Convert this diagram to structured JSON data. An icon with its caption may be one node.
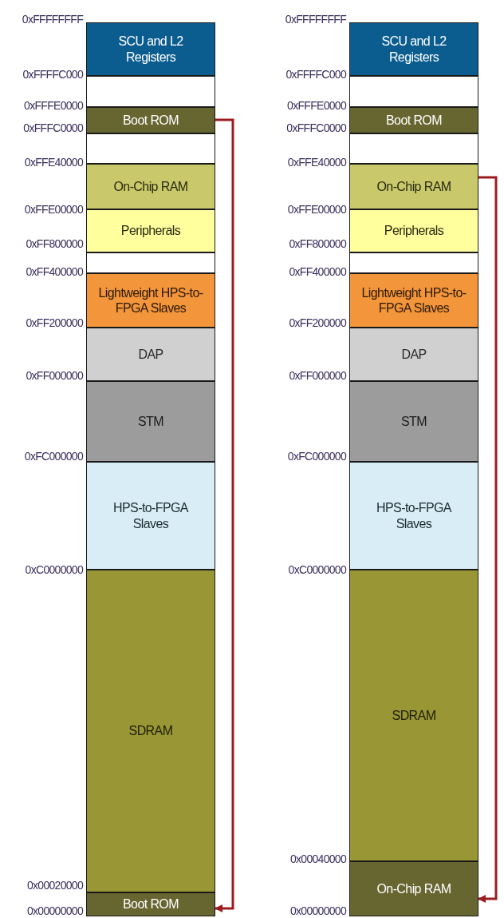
{
  "diagram": {
    "nodes": [
      {
        "text": [
          "SCU and L2 Registers"
        ]
      },
      {
        "text": [],
        "shape": "box"
      },
      {
        "text": [
          "Boot ROM"
        ]
      },
      {
        "text": [],
        "shape": "box"
      },
      {
        "text": [
          "On-Chip RAM"
        ]
      },
      {
        "text": [
          "Peripherals"
        ]
      },
      {
        "text": [],
        "shape": "box"
      },
      {
        "text": [
          "Lightweight HPS-to-FPGA Slaves"
        ]
      },
      {
        "text": [
          "DAP"
        ]
      },
      {
        "text": [
          "STM"
        ]
      },
      {
        "text": [
          "HPS-to-FPGA Slaves"
        ]
      },
      {
        "text": [
          "SDRAM"
        ]
      },
      {
        "text": [
          "Boot ROM"
        ]
      },
      {
        "text": [
          "SCU and L2 Registers"
        ]
      },
      {
        "text": [],
        "shape": "box"
      },
      {
        "text": [
          "Boot ROM"
        ]
      },
      {
        "text": [],
        "shape": "box"
      },
      {
        "text": [
          "On-Chip RAM"
        ]
      },
      {
        "text": [
          "Peripherals"
        ]
      },
      {
        "text": [],
        "shape": "box"
      },
      {
        "text": [
          "Lightweight HPS-to-FPGA Slaves"
        ]
      },
      {
        "text": [
          "DAP"
        ]
      },
      {
        "text": [
          "STM"
        ]
      },
      {
        "text": [
          "HPS-to-FPGA Slaves"
        ]
      },
      {
        "text": [
          "SDRAM"
        ]
      },
      {
        "text": [
          "On-Chip RAM"
        ]
      }
    ],
    "edges": [
      {
        "from": 2,
        "to": 12,
        "arrow": "to"
      },
      {
        "from": 17,
        "to": 25,
        "arrow": "to"
      }
    ],
    "labels": [
      "0xFFFFFFFF",
      "0xFFFFC000",
      "0xFFFE0000",
      "0xFFFC0000",
      "0xFFE40000",
      "0xFFE00000",
      "0xFF800000",
      "0xFF400000",
      "0xFF200000",
      "0xFF000000",
      "0xFC000000",
      "0xC0000000",
      "0x00020000",
      "0x00000000",
      "0xFFFFFFFF",
      "0xFFFFC000",
      "0xFFFE0000",
      "0xFFFC0000",
      "0xFFE40000",
      "0xFFE00000",
      "0xFF800000",
      "0xFF400000",
      "0xFF200000",
      "0xFF000000",
      "0xFC000000",
      "0xC0000000",
      "0x00040000",
      "0x00000000"
    ]
  }
}
